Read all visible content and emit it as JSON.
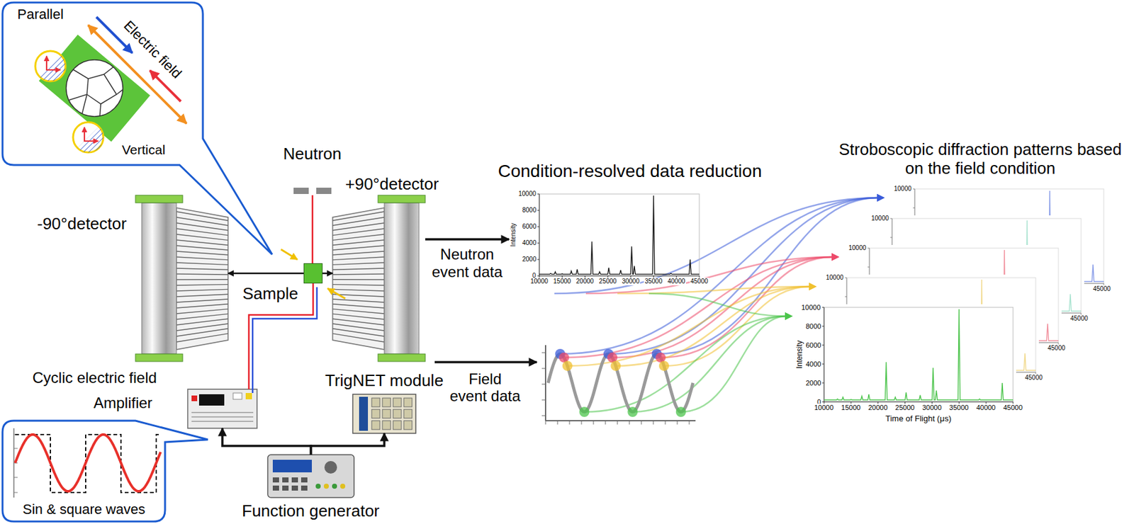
{
  "diagram": {
    "nodes": [
      {
        "text": [
          "Parallel",
          "Electric field",
          "Vertical"
        ]
      },
      {
        "text": [
          "Neutron"
        ]
      },
      {
        "text": [
          "-90°detector"
        ]
      },
      {
        "text": [
          "Sample"
        ]
      },
      {
        "text": [
          "+90°detector"
        ]
      },
      {
        "text": [
          "Cyclic electric field",
          "Amplifier"
        ]
      },
      {
        "text": [
          "TrigNET module"
        ]
      },
      {
        "text": [
          "Function generator"
        ]
      },
      {
        "text": [
          "Sin & square waves"
        ]
      },
      {
        "text": [
          "Intensity"
        ]
      },
      {
        "text": [
          "Intensity",
          "Time of Flight (μs)"
        ]
      }
    ],
    "edges": [
      {
        "from": 1,
        "to": 3,
        "arrow": "none"
      },
      {
        "from": 3,
        "to": 2,
        "arrow": "to"
      },
      {
        "from": 3,
        "to": 4,
        "arrow": "to"
      },
      {
        "from": 5,
        "to": 3,
        "arrow": "none"
      },
      {
        "from": 7,
        "to": 5,
        "arrow": "to"
      },
      {
        "from": 7,
        "to": 6,
        "arrow": "to"
      },
      {
        "from": 4,
        "to": 9,
        "label": "Neutron event data",
        "arrow": "to"
      }
    ],
    "labels": [
      "Condition-resolved data reduction",
      "Stroboscopic diffraction patterns based on the field condition",
      "Field event data",
      "0",
      "2000",
      "4000",
      "6000",
      "8000",
      "10000",
      "10000",
      "15000",
      "20000",
      "25000",
      "30000",
      "35000",
      "40000",
      "45000",
      "0",
      "2000",
      "4000",
      "6000",
      "8000",
      "10000",
      "10000",
      "15000",
      "20000",
      "25000",
      "30000",
      "35000",
      "40000",
      "45000",
      "10000",
      "45000",
      "10000",
      "45000",
      "10000",
      "45000",
      "10000",
      "45000"
    ]
  }
}
